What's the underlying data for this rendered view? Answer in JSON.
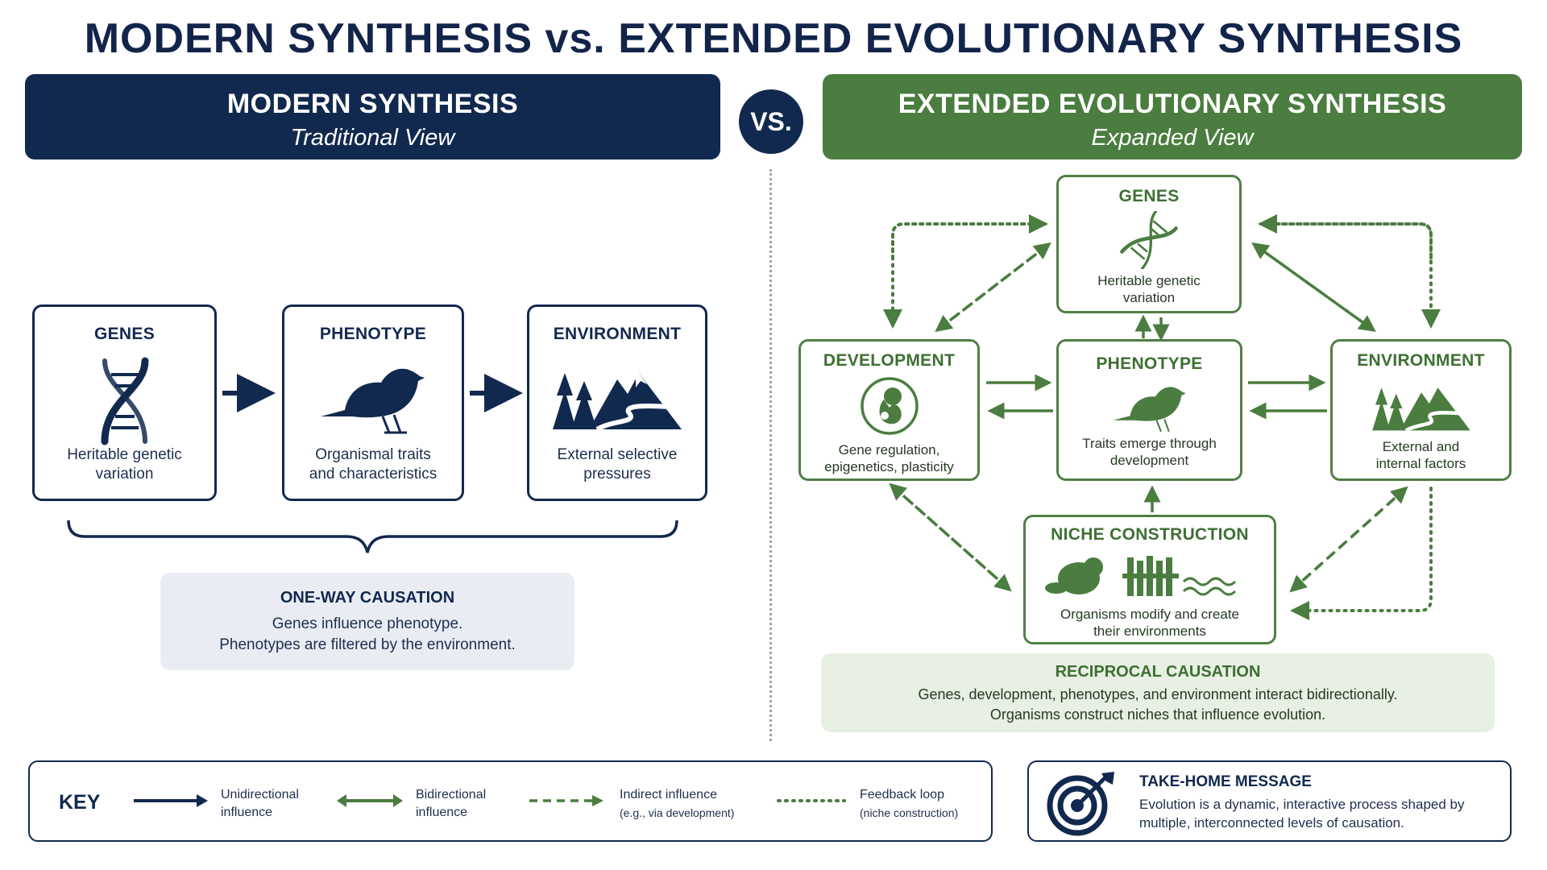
{
  "title": "MODERN SYNTHESIS vs. EXTENDED EVOLUTIONARY SYNTHESIS",
  "vs_label": "VS.",
  "modern": {
    "heading": "MODERN SYNTHESIS",
    "subheading": "Traditional View",
    "boxes": [
      {
        "title": "GENES",
        "desc_lines": [
          "Heritable genetic",
          "variation"
        ],
        "icon": "dna-icon"
      },
      {
        "title": "PHENOTYPE",
        "desc_lines": [
          "Organismal traits",
          "and characteristics"
        ],
        "icon": "bird-icon"
      },
      {
        "title": "ENVIRONMENT",
        "desc_lines": [
          "External selective",
          "pressures"
        ],
        "icon": "mountains-icon"
      }
    ],
    "causation": {
      "title": "ONE-WAY CAUSATION",
      "lines": [
        "Genes influence phenotype.",
        "Phenotypes are filtered by the environment."
      ]
    }
  },
  "extended": {
    "heading": "EXTENDED EVOLUTIONARY SYNTHESIS",
    "subheading": "Expanded View",
    "boxes": {
      "genes": {
        "title": "GENES",
        "desc_lines": [
          "Heritable genetic",
          "variation"
        ],
        "icon": "dna-icon"
      },
      "development": {
        "title": "DEVELOPMENT",
        "desc_lines": [
          "Gene regulation,",
          "epigenetics, plasticity"
        ],
        "icon": "embryo-icon"
      },
      "phenotype": {
        "title": "PHENOTYPE",
        "desc_lines": [
          "Traits emerge through",
          "development"
        ],
        "icon": "bird-icon"
      },
      "environment": {
        "title": "ENVIRONMENT",
        "desc_lines": [
          "External and",
          "internal factors"
        ],
        "icon": "mountains-icon"
      },
      "niche": {
        "title": "NICHE CONSTRUCTION",
        "desc_lines": [
          "Organisms modify and create",
          "their environments"
        ],
        "icon": "beaver-dam-icon"
      }
    },
    "causation": {
      "title": "RECIPROCAL CAUSATION",
      "lines": [
        "Genes, development, phenotypes, and environment interact bidirectionally.",
        "Organisms construct niches that influence evolution."
      ]
    }
  },
  "key": {
    "title": "KEY",
    "items": [
      {
        "line1": "Unidirectional",
        "line2": "influence",
        "style": "solid-one-way"
      },
      {
        "line1": "Bidirectional",
        "line2": "influence",
        "style": "solid-two-way"
      },
      {
        "line1": "Indirect influence",
        "line2": "(e.g., via development)",
        "style": "dashed"
      },
      {
        "line1": "Feedback loop",
        "line2": "(niche construction)",
        "style": "dotted"
      }
    ]
  },
  "takeaway": {
    "title": "TAKE-HOME MESSAGE",
    "lines": [
      "Evolution is a dynamic, interactive process shaped by",
      "multiple, interconnected levels of causation."
    ],
    "icon": "target-icon"
  },
  "colors": {
    "navy": "#12294f",
    "green": "#4a7d3f",
    "green_panel": "#e8efe3",
    "navy_panel": "#e9edf3"
  }
}
